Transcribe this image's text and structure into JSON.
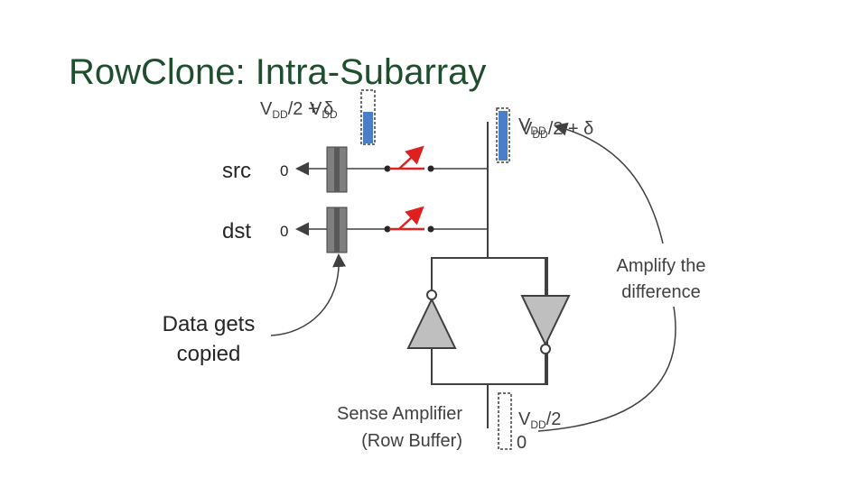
{
  "title": "RowClone: Intra-Subarray",
  "rows": [
    {
      "label": "src",
      "value": "0"
    },
    {
      "label": "dst",
      "value": "0"
    }
  ],
  "cell_top": {
    "text_a": "V",
    "sub_a": "DD",
    "text_b": "/2 + δ",
    "overlay_a": "V",
    "overlay_sub": "DD"
  },
  "bitline_top": {
    "text_a": "V",
    "sub_a": "DD",
    "text_b": "/2 + δ",
    "overlay_a": "V",
    "overlay_sub": "DD"
  },
  "bitline_bottom": {
    "text_a": "V",
    "sub_a": "DD",
    "text_b": "/2",
    "zero": "0"
  },
  "sense_amp_label": [
    "Sense Amplifier",
    "(Row Buffer)"
  ],
  "amplify_label": [
    "Amplify the",
    "difference"
  ],
  "copied_label": [
    "Data gets",
    "copied"
  ],
  "colors": {
    "title": "#1f4e2e",
    "switch": "#e0201e",
    "fill_blue": "#4a7ec8",
    "gray": "#7f7f7f",
    "amp_fill": "#bfbfbf"
  }
}
